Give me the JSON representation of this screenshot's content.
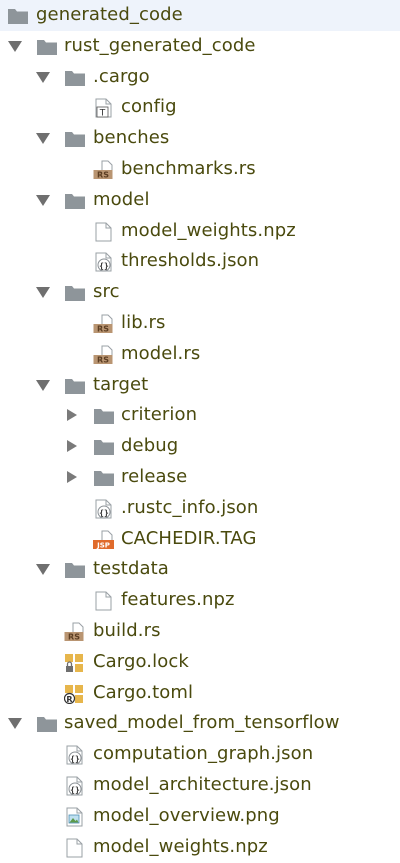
{
  "tree": [
    {
      "label": "generated_code",
      "kind": "folder",
      "depth": 0,
      "arrow": "none"
    },
    {
      "label": "rust_generated_code",
      "kind": "folder",
      "depth": 1,
      "arrow": "down"
    },
    {
      "label": ".cargo",
      "kind": "folder",
      "depth": 2,
      "arrow": "down"
    },
    {
      "label": "config",
      "kind": "text",
      "depth": 3,
      "arrow": "none"
    },
    {
      "label": "benches",
      "kind": "folder",
      "depth": 2,
      "arrow": "down"
    },
    {
      "label": "benchmarks.rs",
      "kind": "rust",
      "depth": 3,
      "arrow": "none"
    },
    {
      "label": "model",
      "kind": "folder",
      "depth": 2,
      "arrow": "down"
    },
    {
      "label": "model_weights.npz",
      "kind": "file",
      "depth": 3,
      "arrow": "none"
    },
    {
      "label": "thresholds.json",
      "kind": "json",
      "depth": 3,
      "arrow": "none"
    },
    {
      "label": "src",
      "kind": "folder",
      "depth": 2,
      "arrow": "down"
    },
    {
      "label": "lib.rs",
      "kind": "rust",
      "depth": 3,
      "arrow": "none"
    },
    {
      "label": "model.rs",
      "kind": "rust",
      "depth": 3,
      "arrow": "none"
    },
    {
      "label": "target",
      "kind": "folder",
      "depth": 2,
      "arrow": "down"
    },
    {
      "label": "criterion",
      "kind": "folder",
      "depth": 3,
      "arrow": "right"
    },
    {
      "label": "debug",
      "kind": "folder",
      "depth": 3,
      "arrow": "right"
    },
    {
      "label": "release",
      "kind": "folder",
      "depth": 3,
      "arrow": "right"
    },
    {
      "label": ".rustc_info.json",
      "kind": "json",
      "depth": 3,
      "arrow": "none"
    },
    {
      "label": "CACHEDIR.TAG",
      "kind": "jsp",
      "depth": 3,
      "arrow": "none"
    },
    {
      "label": "testdata",
      "kind": "folder",
      "depth": 2,
      "arrow": "down"
    },
    {
      "label": "features.npz",
      "kind": "file",
      "depth": 3,
      "arrow": "none"
    },
    {
      "label": "build.rs",
      "kind": "rust",
      "depth": 2,
      "arrow": "none"
    },
    {
      "label": "Cargo.lock",
      "kind": "lock",
      "depth": 2,
      "arrow": "none"
    },
    {
      "label": "Cargo.toml",
      "kind": "toml",
      "depth": 2,
      "arrow": "none"
    },
    {
      "label": "saved_model_from_tensorflow",
      "kind": "folder",
      "depth": 1,
      "arrow": "down"
    },
    {
      "label": "computation_graph.json",
      "kind": "json",
      "depth": 2,
      "arrow": "none"
    },
    {
      "label": "model_architecture.json",
      "kind": "json",
      "depth": 2,
      "arrow": "none"
    },
    {
      "label": "model_overview.png",
      "kind": "image",
      "depth": 2,
      "arrow": "none"
    },
    {
      "label": "model_weights.npz",
      "kind": "file",
      "depth": 2,
      "arrow": "none"
    }
  ],
  "icon_badges": {
    "text": "T",
    "rust": "RS",
    "jsp": "JSP",
    "json": "{}",
    "toml": "®"
  },
  "colors": {
    "label": "#4a4a0e",
    "folder": "#8e959a",
    "arrow": "#6f6f6f",
    "rust_badge": "#b99572",
    "jsp_badge": "#e06b2c",
    "cargo_lock": "#e7b64c"
  }
}
